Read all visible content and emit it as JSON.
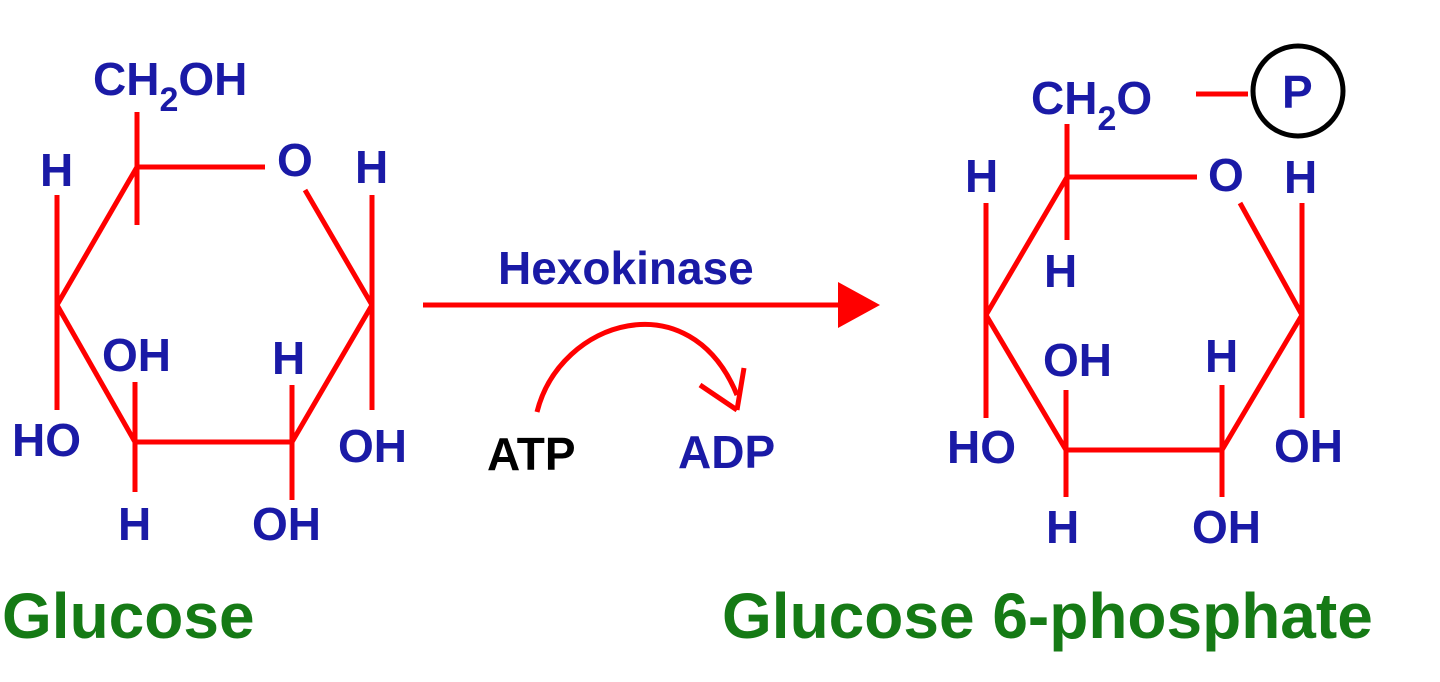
{
  "colors": {
    "bond": "#ff0000",
    "atom": "#1a1aa6",
    "title": "#157a15",
    "atp": "#000000",
    "phosphate_circle": "#000000"
  },
  "glucose": {
    "name": "Glucose",
    "ch2oh": {
      "main": "CH",
      "sub": "2",
      "rest": "OH"
    },
    "ring_o": "O",
    "c4_h": "H",
    "c1_h": "H",
    "c2_oh": "OH",
    "c3_h": "H",
    "c4_ho": "HO",
    "c1_oh": "OH",
    "c2_h": "H",
    "c3_oh": "OH"
  },
  "reaction": {
    "enzyme": "Hexokinase",
    "reactant_cofactor": "ATP",
    "product_cofactor": "ADP"
  },
  "glucose6p": {
    "name": "Glucose 6-phosphate",
    "ch2o": {
      "main": "CH",
      "sub": "2",
      "rest": "O"
    },
    "phosphate": "P",
    "ring_o": "O",
    "c4_h": "H",
    "c5_h": "H",
    "c1_h": "H",
    "c2_oh": "OH",
    "c3_h": "H",
    "c4_ho": "HO",
    "c1_oh": "OH",
    "c2_h": "H",
    "c3_oh": "OH"
  }
}
